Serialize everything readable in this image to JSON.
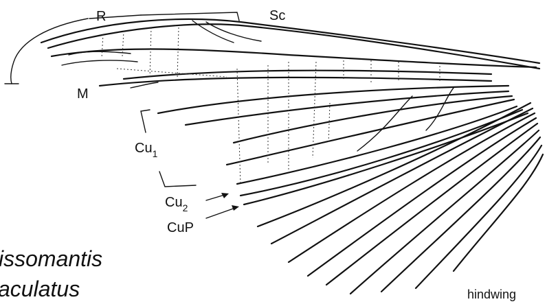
{
  "figure": {
    "labels": {
      "r": "R",
      "sc": "Sc",
      "m": "M",
      "cu1_main": "Cu",
      "cu1_sub": "1",
      "cu2_main": "Cu",
      "cu2_sub": "2",
      "cup": "CuP",
      "wing": "hindwing"
    },
    "species": {
      "line1": "issomantis",
      "line2": "aculatus"
    }
  }
}
